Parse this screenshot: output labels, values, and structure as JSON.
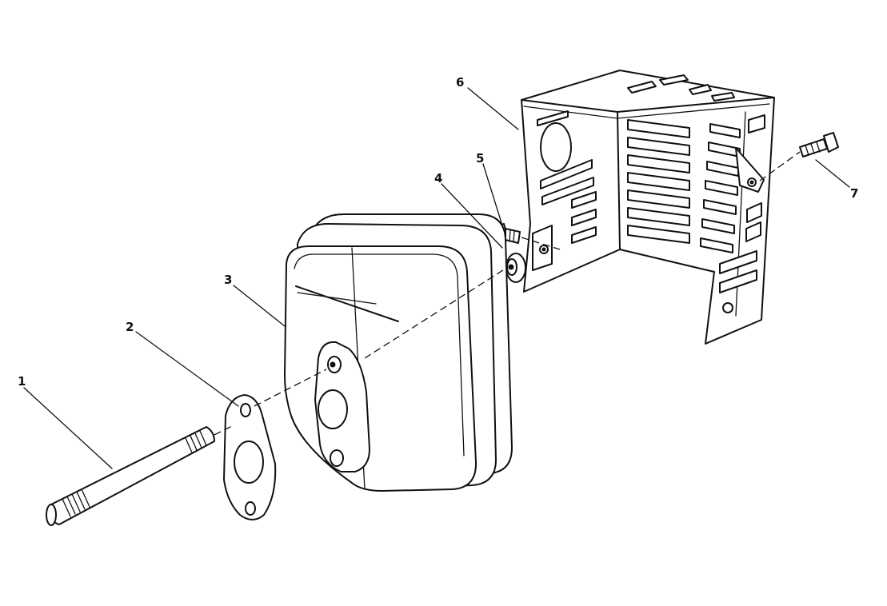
{
  "callouts": [
    {
      "id": "1",
      "label": "1",
      "part": "muffler-stud"
    },
    {
      "id": "2",
      "label": "2",
      "part": "gasket"
    },
    {
      "id": "3",
      "label": "3",
      "part": "muffler"
    },
    {
      "id": "4",
      "label": "4",
      "part": "lock-washer"
    },
    {
      "id": "5",
      "label": "5",
      "part": "nut"
    },
    {
      "id": "6",
      "label": "6",
      "part": "muffler-guard"
    },
    {
      "id": "7",
      "label": "7",
      "part": "screw"
    }
  ]
}
